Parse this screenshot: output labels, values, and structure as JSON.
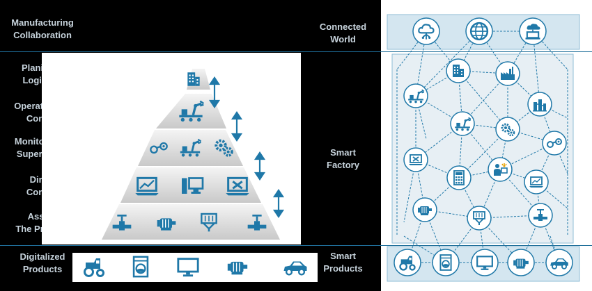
{
  "left_labels": [
    {
      "id": "manufacturing",
      "lines": [
        "Manufacturing",
        "Collaboration"
      ]
    },
    {
      "id": "planing",
      "lines": [
        "Planing &",
        "Logistics"
      ]
    },
    {
      "id": "operations",
      "lines": [
        "Operations &",
        "Control"
      ]
    },
    {
      "id": "monitoring",
      "lines": [
        "Monitoring &",
        "Supervising"
      ]
    },
    {
      "id": "direct",
      "lines": [
        "Direct",
        "Control"
      ]
    },
    {
      "id": "assets",
      "lines": [
        "Assets",
        "The Process"
      ]
    },
    {
      "id": "digitalized",
      "lines": [
        "Digitalized",
        "Products"
      ]
    }
  ],
  "right_labels": [
    {
      "id": "connected",
      "lines": [
        "Connected",
        "World"
      ]
    },
    {
      "id": "smart-factory",
      "lines": [
        "Smart",
        "Factory"
      ]
    },
    {
      "id": "smart-products",
      "lines": [
        "Smart",
        "Products"
      ]
    }
  ],
  "pyramid_icons": {
    "tier1": [
      "building-icon"
    ],
    "tier2": [
      "conveyor-robot-icon"
    ],
    "tier3": [
      "valve-icon",
      "conveyor-robot-icon",
      "gears-icon"
    ],
    "tier4": [
      "laptop-chart-icon",
      "desktop-computer-icon",
      "laptop-tools-icon"
    ],
    "tier5": [
      "pipe-valve-icon",
      "motor-icon",
      "filter-tank-icon",
      "pipe-valve-icon"
    ]
  },
  "product_icons": [
    "tractor-icon",
    "washing-machine-icon",
    "monitor-icon",
    "motor-icon",
    "car-icon"
  ],
  "network_icons": {
    "top_row": [
      "cloud-tree-icon",
      "globe-icon",
      "cloud-computer-icon"
    ],
    "middle": [
      "building-icon",
      "factory-icon",
      "conveyor-robot-icon",
      "factory-tanks-icon",
      "conveyor-robot-icon",
      "gears-icon",
      "valve-icon",
      "laptop-tools-icon",
      "calculator-icon",
      "presenter-icon",
      "laptop-chart-icon",
      "motor-icon",
      "filter-tank-icon",
      "pipe-valve-icon"
    ],
    "bottom_row": [
      "tractor-icon",
      "washing-machine-icon",
      "monitor-icon",
      "motor-icon",
      "car-icon"
    ]
  },
  "colors": {
    "background": "#000000",
    "label_text": "#c7d3dc",
    "accent": "#1f78a8",
    "panel": "#ffffff",
    "network_band": "#d4e6f0"
  }
}
